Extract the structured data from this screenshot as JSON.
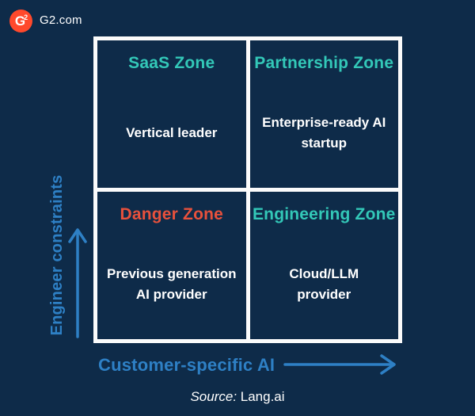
{
  "page": {
    "background": "#0E2B49"
  },
  "header": {
    "logo": {
      "letter": "G",
      "superscript": "2",
      "color": "#FF492C"
    },
    "brand": "G2.com"
  },
  "matrix": {
    "border_color": "#FBFBFB",
    "quadrants": [
      {
        "title": "SaaS Zone",
        "title_color": "#33C8B8",
        "subtitle": "Vertical leader"
      },
      {
        "title": "Partnership Zone",
        "title_color": "#33C8B8",
        "subtitle": "Enterprise-ready AI\nstartup"
      },
      {
        "title": "Danger Zone",
        "title_color": "#E8513C",
        "subtitle": "Previous generation\nAI provider"
      },
      {
        "title": "Engineering Zone",
        "title_color": "#33C8B8",
        "subtitle": "Cloud/LLM\nprovider"
      }
    ]
  },
  "axes": {
    "color": "#2E80C5",
    "y_label": "Engineer constraints",
    "x_label": "Customer-specific AI"
  },
  "source": {
    "prefix": "Source:",
    "value": " Lang.ai"
  }
}
